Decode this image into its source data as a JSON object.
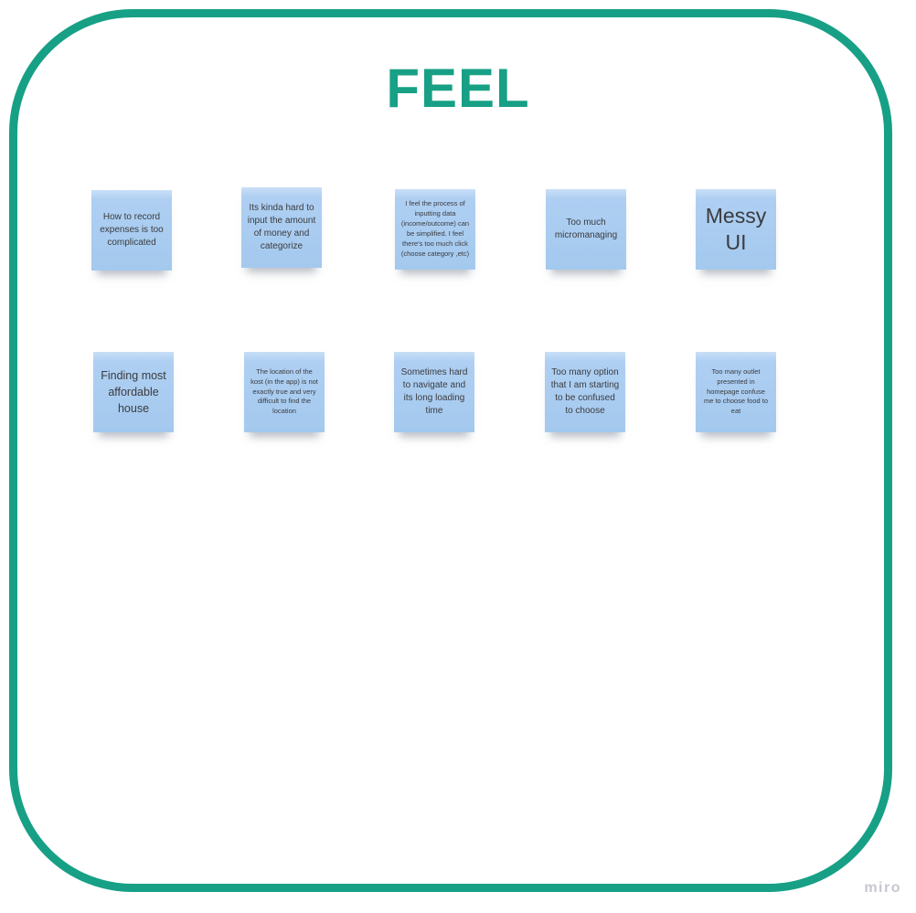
{
  "board": {
    "title": "FEEL",
    "watermark": "miro",
    "colors": {
      "accent_green": "#17a085",
      "note_fill": "#a4c9ee",
      "note_text": "#3b3b3f",
      "watermark_gray": "#c7c7cf"
    }
  },
  "notes": [
    {
      "text": "How to record expenses is too complicated"
    },
    {
      "text": "Its kinda hard to input the amount of money and categorize"
    },
    {
      "text": "I feel the process of inputting data (income/outcome) can be simplified. I feel there's too much click (choose category ,etc)"
    },
    {
      "text": "Too much micromanaging"
    },
    {
      "text": "Messy UI"
    },
    {
      "text": "Finding most affordable house"
    },
    {
      "text": "The location of the kost (in the app) is not exactly true and very difficult to find the location"
    },
    {
      "text": "Sometimes hard to navigate and its long loading time"
    },
    {
      "text": "Too many option that I am starting to be confused to choose"
    },
    {
      "text": "Too many outlet presented in homepage confuse me to choose food to eat"
    }
  ]
}
